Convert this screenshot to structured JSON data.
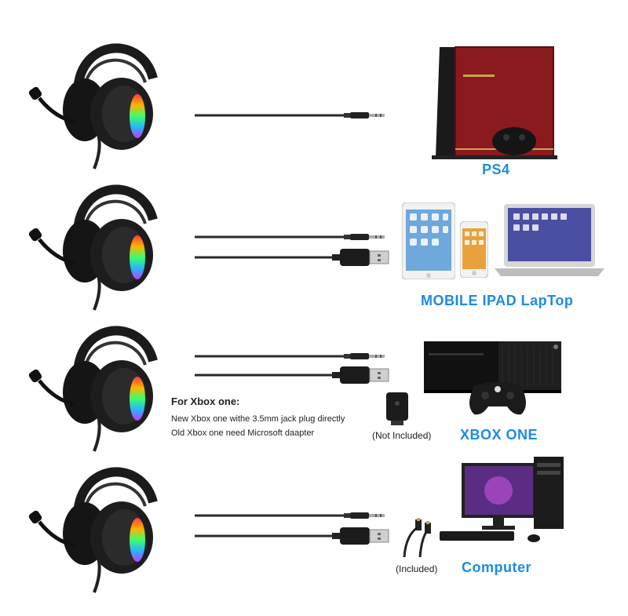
{
  "rows": [
    {
      "device_label": "PS4"
    },
    {
      "device_label": "MOBILE IPAD LapTop"
    },
    {
      "device_label": "XBOX ONE",
      "note_tag": "(Not Included)"
    },
    {
      "device_label": "Computer",
      "note_tag": "(Included)"
    }
  ],
  "xbox_note": {
    "heading": "For Xbox one:",
    "line1": "New Xbox one withe 3.5mm jack plug directly",
    "line2": "Old Xbox one need Microsoft daapter"
  },
  "colors": {
    "label_blue": "#1e8be0",
    "ps4_red": "#8b1a1f",
    "headset_black": "#1b1b1b",
    "cable": "#2a2a2a"
  }
}
